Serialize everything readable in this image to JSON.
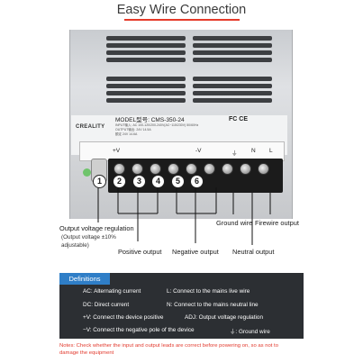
{
  "title": "Easy Wire Connection",
  "label": {
    "brand": "CREALITY",
    "model": "MODEL型号: CMS-350-24",
    "input_line": "INPUT输入: AC 100-120/200-240V(AC~115/230V) 50/60Hz",
    "output_line": "OUTPUT输出: 24V 14.5A",
    "rated_line": "额定 24V 14.6A",
    "cert": "FC CE"
  },
  "panel": {
    "v_plus": "+V",
    "v_minus": "-V",
    "ground": "⏚",
    "n": "N",
    "l": "L"
  },
  "terminals": [
    "1",
    "2",
    "3",
    "4",
    "5",
    "6"
  ],
  "captions": {
    "output_regulation": "Output voltage regulation",
    "output_regulation_note": "(Output voltage ±10% adjustable)",
    "positive": "Positive output",
    "negative": "Negative output",
    "ground_wire": "Ground wire",
    "firewire": "Firewire output",
    "neutral": "Neutral output"
  },
  "definitions": {
    "tab": "Definitions",
    "rows": [
      {
        "left": "AC: Alternating current",
        "right": "L: Connect to the mains live wire"
      },
      {
        "left": "DC: Direct current",
        "right": "N: Connect to the mains neutral line"
      },
      {
        "left": "+V: Connect the device positive",
        "right": "ADJ: Output voltage regulation"
      },
      {
        "left": "−V: Connect the negative pole of the device",
        "right": "⏚: Ground wire"
      }
    ]
  },
  "note": "Notes: Check whether the input and output leads are correct before powering on, so as not to damage the equipment",
  "colors": {
    "accent": "#e53a2a",
    "tab": "#2f7ec7",
    "panel_bg": "#2c2f33"
  }
}
